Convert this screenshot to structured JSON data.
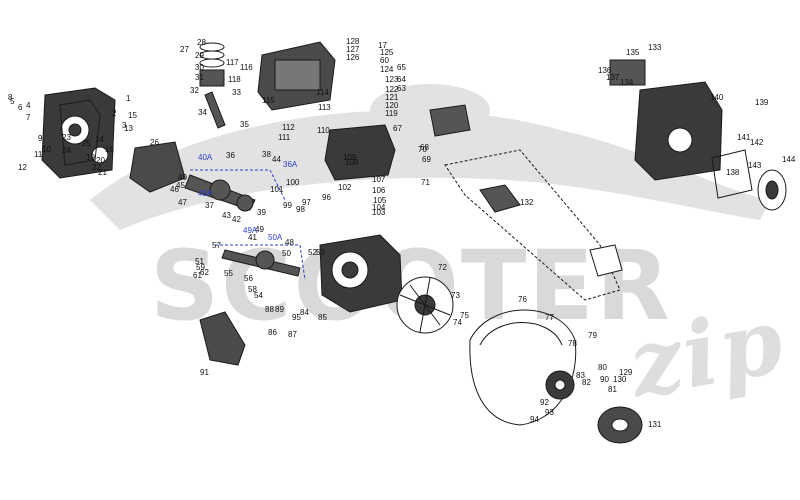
{
  "watermark": {
    "main": "SCOOTER",
    "sub": "zip"
  },
  "colors": {
    "ink": "#1a1a1a",
    "part_fill": "#3a3a3a",
    "watermark": "#d9d9d9",
    "blue_callout": "#2a3fd0"
  },
  "callouts": [
    {
      "label": "27"
    },
    {
      "label": "28"
    },
    {
      "label": "29"
    },
    {
      "label": "30"
    },
    {
      "label": "31"
    },
    {
      "label": "32"
    },
    {
      "label": "33"
    },
    {
      "label": "34"
    },
    {
      "label": "35"
    },
    {
      "label": "117"
    },
    {
      "label": "116"
    },
    {
      "label": "115"
    },
    {
      "label": "118"
    },
    {
      "label": "114"
    },
    {
      "label": "113"
    },
    {
      "label": "112"
    },
    {
      "label": "111"
    },
    {
      "label": "110"
    },
    {
      "label": "128"
    },
    {
      "label": "127"
    },
    {
      "label": "126"
    },
    {
      "label": "125"
    },
    {
      "label": "124"
    },
    {
      "label": "123"
    },
    {
      "label": "122"
    },
    {
      "label": "121"
    },
    {
      "label": "120"
    },
    {
      "label": "119"
    },
    {
      "label": "60"
    },
    {
      "label": "65"
    },
    {
      "label": "64"
    },
    {
      "label": "63"
    },
    {
      "label": "17"
    },
    {
      "label": "67"
    },
    {
      "label": "68"
    },
    {
      "label": "69"
    },
    {
      "label": "70"
    },
    {
      "label": "71"
    },
    {
      "label": "107"
    },
    {
      "label": "108"
    },
    {
      "label": "109"
    },
    {
      "label": "106"
    },
    {
      "label": "105"
    },
    {
      "label": "104"
    },
    {
      "label": "103"
    },
    {
      "label": "102"
    },
    {
      "label": "101"
    },
    {
      "label": "100"
    },
    {
      "label": "99"
    },
    {
      "label": "1"
    },
    {
      "label": "2"
    },
    {
      "label": "3"
    },
    {
      "label": "4"
    },
    {
      "label": "5"
    },
    {
      "label": "6"
    },
    {
      "label": "7"
    },
    {
      "label": "8"
    },
    {
      "label": "9"
    },
    {
      "label": "10"
    },
    {
      "label": "11"
    },
    {
      "label": "12"
    },
    {
      "label": "13"
    },
    {
      "label": "14"
    },
    {
      "label": "15"
    },
    {
      "label": "18"
    },
    {
      "label": "19"
    },
    {
      "label": "20"
    },
    {
      "label": "21"
    },
    {
      "label": "22"
    },
    {
      "label": "23"
    },
    {
      "label": "24"
    },
    {
      "label": "25"
    },
    {
      "label": "26"
    },
    {
      "label": "36"
    },
    {
      "label": "37"
    },
    {
      "label": "38"
    },
    {
      "label": "39"
    },
    {
      "label": "40"
    },
    {
      "label": "41"
    },
    {
      "label": "42"
    },
    {
      "label": "43"
    },
    {
      "label": "44"
    },
    {
      "label": "45"
    },
    {
      "label": "46"
    },
    {
      "label": "47"
    },
    {
      "label": "48"
    },
    {
      "label": "49"
    },
    {
      "label": "50"
    },
    {
      "label": "51"
    },
    {
      "label": "52"
    },
    {
      "label": "53"
    },
    {
      "label": "54"
    },
    {
      "label": "55"
    },
    {
      "label": "56"
    },
    {
      "label": "57"
    },
    {
      "label": "58"
    },
    {
      "label": "59"
    },
    {
      "label": "61"
    },
    {
      "label": "62"
    },
    {
      "label": "72"
    },
    {
      "label": "73"
    },
    {
      "label": "74"
    },
    {
      "label": "75"
    },
    {
      "label": "76"
    },
    {
      "label": "77"
    },
    {
      "label": "78"
    },
    {
      "label": "79"
    },
    {
      "label": "80"
    },
    {
      "label": "81"
    },
    {
      "label": "82"
    },
    {
      "label": "83"
    },
    {
      "label": "84"
    },
    {
      "label": "85"
    },
    {
      "label": "86"
    },
    {
      "label": "87"
    },
    {
      "label": "88"
    },
    {
      "label": "89"
    },
    {
      "label": "90"
    },
    {
      "label": "91"
    },
    {
      "label": "92"
    },
    {
      "label": "93"
    },
    {
      "label": "94"
    },
    {
      "label": "95"
    },
    {
      "label": "96"
    },
    {
      "label": "97"
    },
    {
      "label": "98"
    },
    {
      "label": "129"
    },
    {
      "label": "130"
    },
    {
      "label": "131"
    },
    {
      "label": "132"
    },
    {
      "label": "133"
    },
    {
      "label": "134"
    },
    {
      "label": "135"
    },
    {
      "label": "136"
    },
    {
      "label": "137"
    },
    {
      "label": "138"
    },
    {
      "label": "139"
    },
    {
      "label": "140"
    },
    {
      "label": "141"
    },
    {
      "label": "142"
    },
    {
      "label": "143"
    },
    {
      "label": "144"
    },
    {
      "label": "40A",
      "blue": true
    },
    {
      "label": "36A",
      "blue": true
    },
    {
      "label": "43A",
      "blue": true
    },
    {
      "label": "49A",
      "blue": true
    },
    {
      "label": "50A",
      "blue": true
    }
  ]
}
